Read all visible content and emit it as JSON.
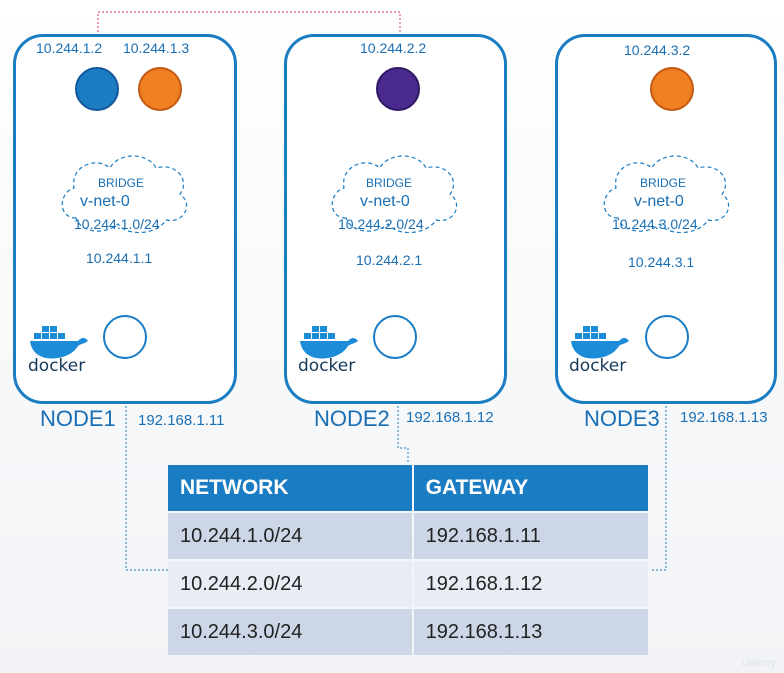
{
  "nodes": [
    {
      "name": "NODE1",
      "host_ip": "192.168.1.11",
      "pods": [
        {
          "ip": "10.244.1.2",
          "color": "#1a7cc2"
        },
        {
          "ip": "10.244.1.3",
          "color": "#f07f22"
        }
      ],
      "bridge_label": "BRIDGE",
      "bridge_name": "v-net-0",
      "bridge_subnet": "10.244.1.0/24",
      "bridge_ip": "10.244.1.1",
      "docker_label": "docker"
    },
    {
      "name": "NODE2",
      "host_ip": "192.168.1.12",
      "pods": [
        {
          "ip": "10.244.2.2",
          "color": "#4b2a8f"
        }
      ],
      "bridge_label": "BRIDGE",
      "bridge_name": "v-net-0",
      "bridge_subnet": "10.244.2.0/24",
      "bridge_ip": "10.244.2.1",
      "docker_label": "docker"
    },
    {
      "name": "NODE3",
      "host_ip": "192.168.1.13",
      "pods": [
        {
          "ip": "10.244.3.2",
          "color": "#f07f22"
        }
      ],
      "bridge_label": "BRIDGE",
      "bridge_name": "v-net-0",
      "bridge_subnet": "10.244.3.0/24",
      "bridge_ip": "10.244.3.1",
      "docker_label": "docker"
    }
  ],
  "route_table": {
    "headers": [
      "NETWORK",
      "GATEWAY"
    ],
    "rows": [
      [
        "10.244.1.0/24",
        "192.168.1.11"
      ],
      [
        "10.244.2.0/24",
        "192.168.1.12"
      ],
      [
        "10.244.3.0/24",
        "192.168.1.13"
      ]
    ]
  },
  "watermark": "Udemy",
  "colors": {
    "accent": "#1a7cc2",
    "wire_pink": "#d6336c",
    "wire_blue": "#1a7cc2"
  }
}
